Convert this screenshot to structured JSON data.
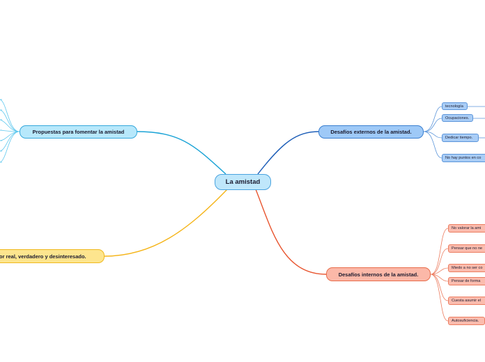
{
  "central": {
    "label": "La amistad"
  },
  "branches": {
    "proposals": {
      "label": "Propuestas para fomentar la amistad",
      "color": "#1aa3d6"
    },
    "external": {
      "label": "Desafíos externos de la amistad.",
      "color": "#1f5fb8",
      "leaves": [
        "tecnología",
        "Ocupaciones.",
        "Dedicar tiempo.",
        "No hay puntos en co"
      ]
    },
    "love": {
      "label": "or real, verdadero y desinteresado.",
      "color": "#f5b417"
    },
    "internal": {
      "label": "Desafíos internos de la amistad.",
      "color": "#e8552f",
      "leaves": [
        "No valorar la ami",
        "Pensar que no ne",
        "Miedo a no ser co",
        "Pensar de forma",
        "Cuesta asumir el",
        "Autosuficiencia."
      ]
    }
  }
}
